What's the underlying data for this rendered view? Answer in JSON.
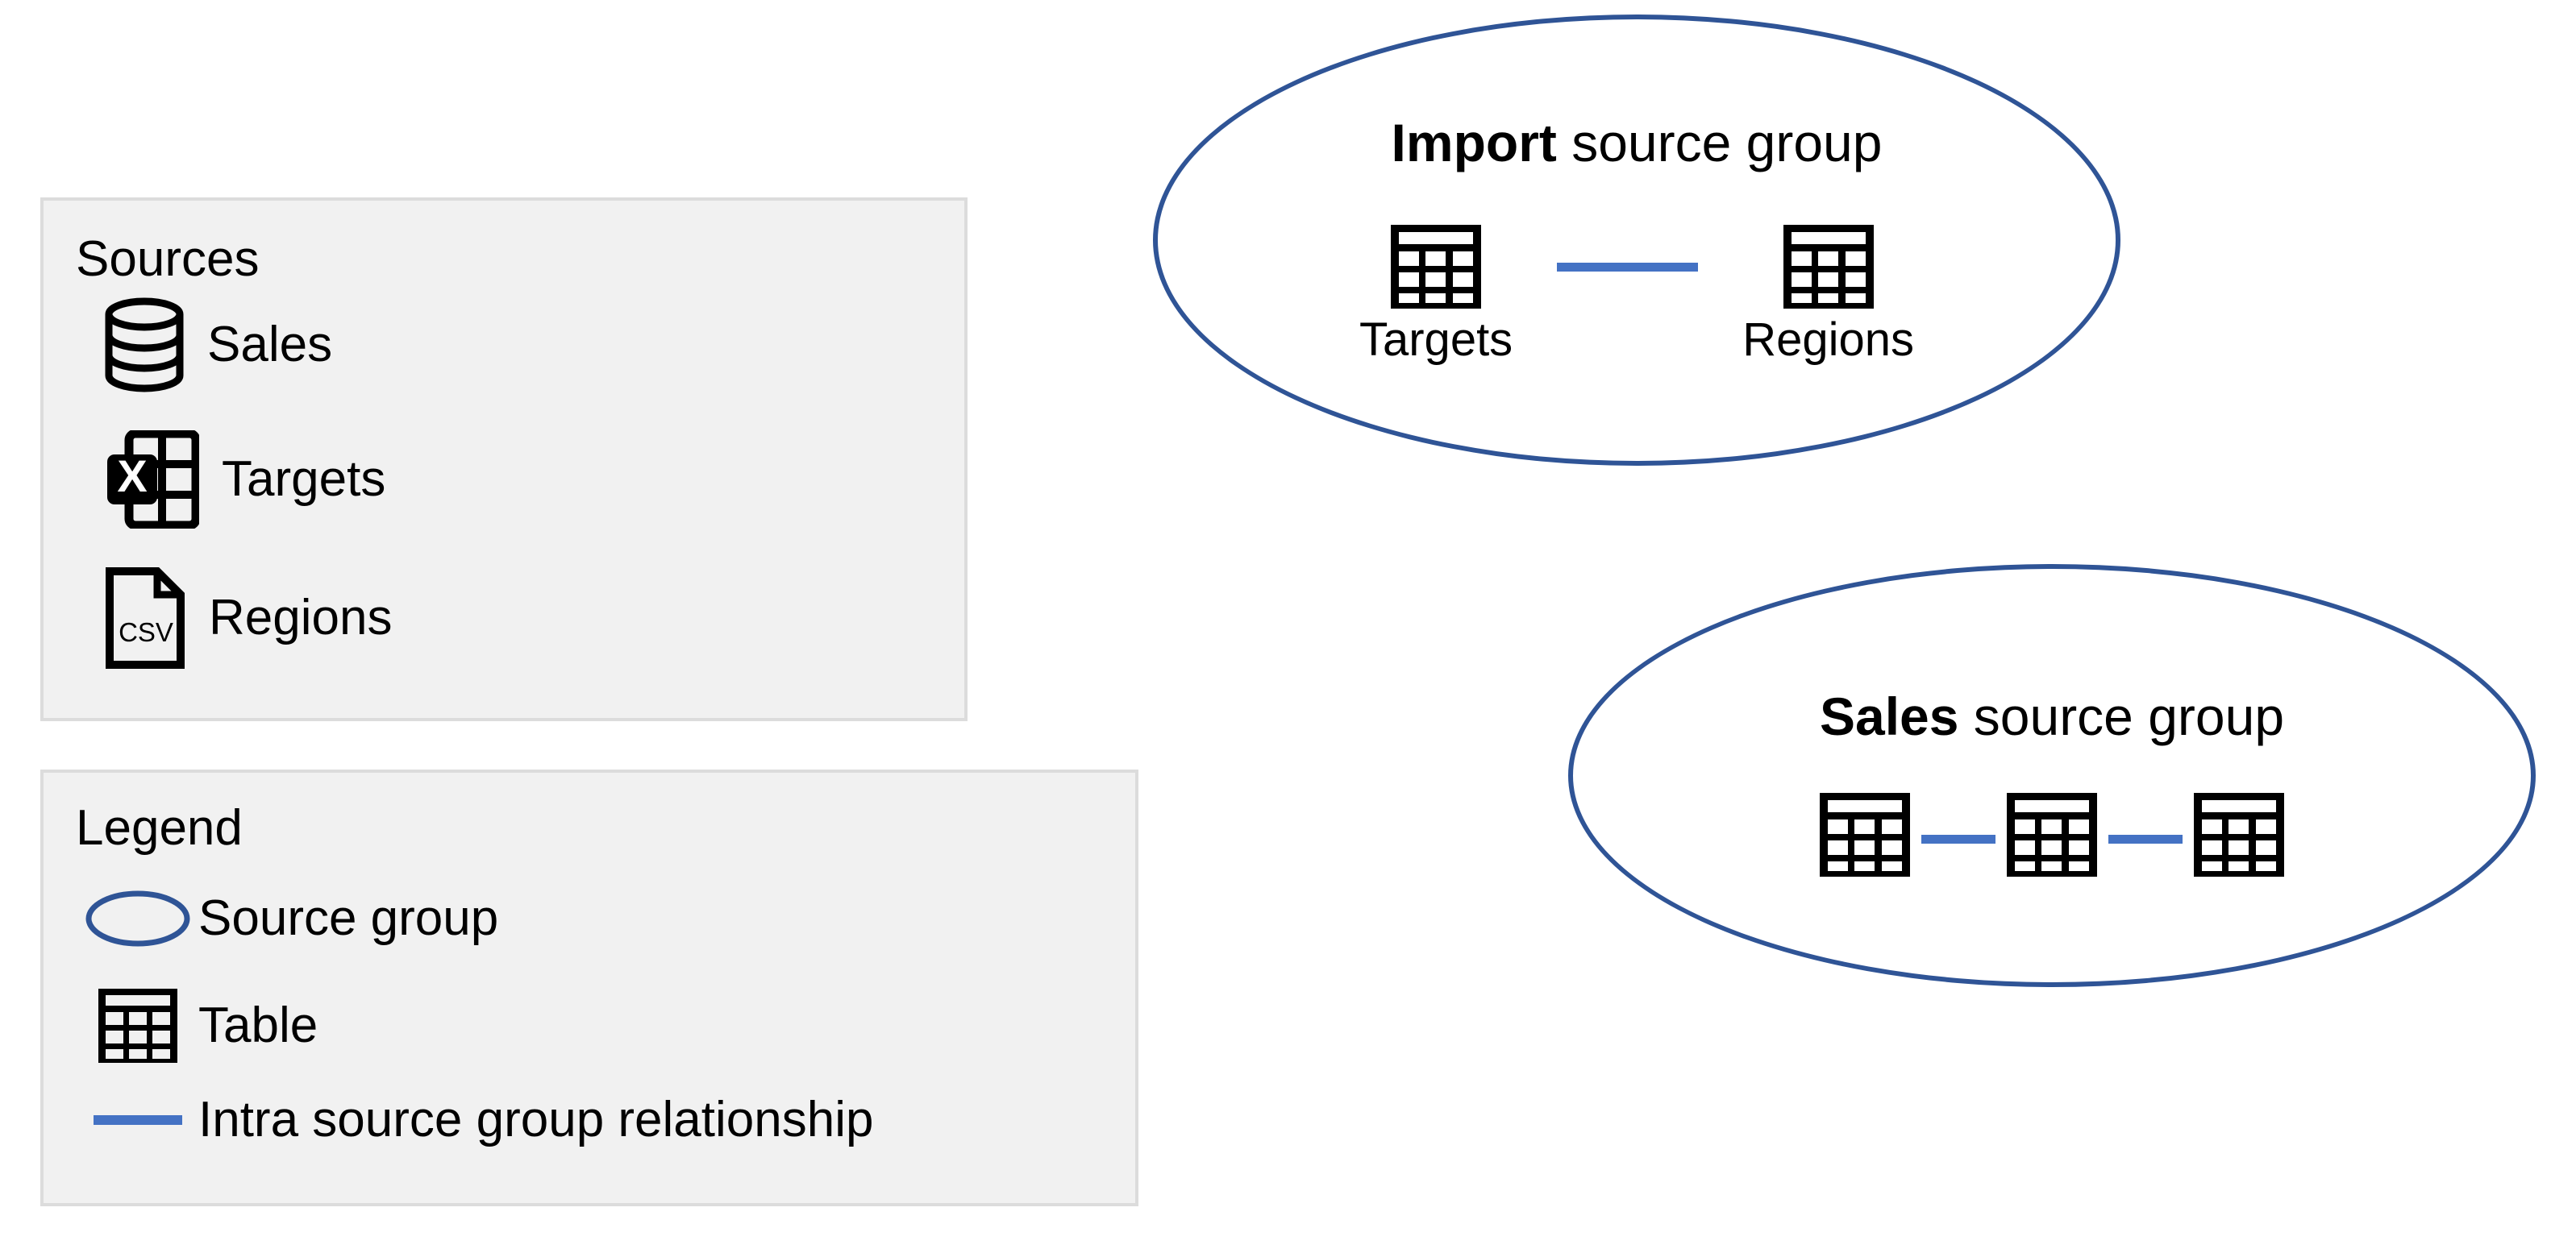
{
  "sources_panel": {
    "title": "Sources",
    "items": [
      {
        "label": "Sales",
        "icon": "database-icon"
      },
      {
        "label": "Targets",
        "icon": "excel-file-icon"
      },
      {
        "label": "Regions",
        "icon": "csv-file-icon"
      }
    ]
  },
  "legend_panel": {
    "title": "Legend",
    "items": [
      {
        "label": "Source group",
        "icon": "ellipse-icon"
      },
      {
        "label": "Table",
        "icon": "table-icon"
      },
      {
        "label": "Intra source group relationship",
        "icon": "line-icon"
      }
    ]
  },
  "groups": [
    {
      "title_bold": "Import",
      "title_rest": " source group",
      "nodes": [
        {
          "label": "Targets",
          "icon": "table-icon"
        },
        {
          "label": "Regions",
          "icon": "table-icon"
        }
      ]
    },
    {
      "title_bold": "Sales",
      "title_rest": " source group",
      "nodes": [
        {
          "label": "",
          "icon": "table-icon"
        },
        {
          "label": "",
          "icon": "table-icon"
        },
        {
          "label": "",
          "icon": "table-icon"
        }
      ]
    }
  ],
  "icon_labels": {
    "csv": "CSV",
    "excel": "X"
  },
  "colors": {
    "group_stroke": "#2F5496",
    "relationship_line": "#4472C4",
    "panel_fill": "#F1F1F1",
    "panel_border": "#DCDCDC",
    "icon_black": "#000000"
  }
}
